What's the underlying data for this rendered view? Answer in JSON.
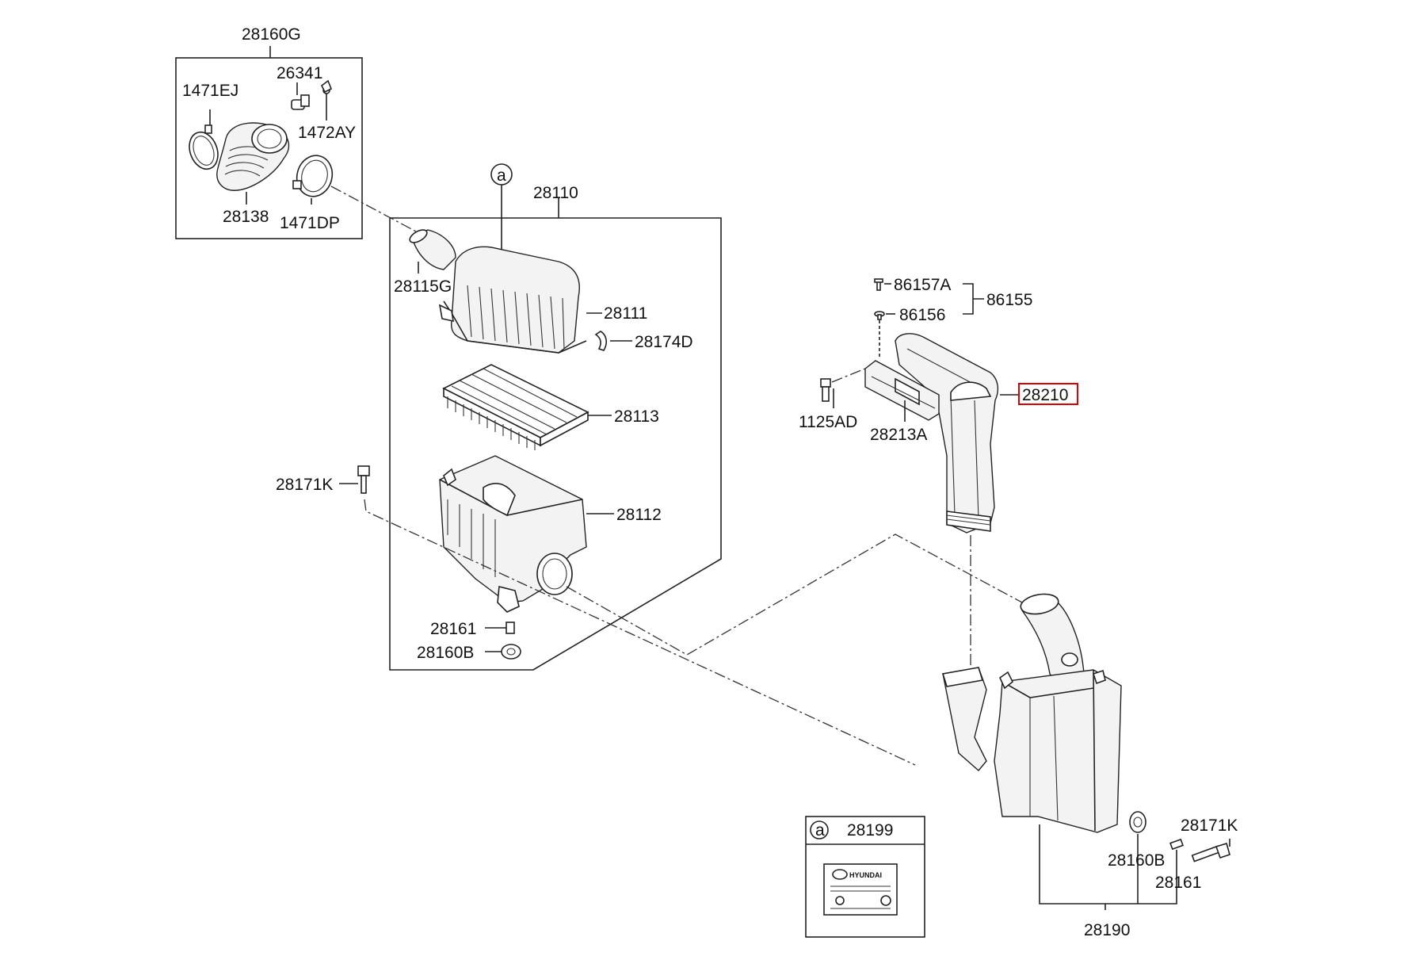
{
  "labels": {
    "p28160G": "28160G",
    "p26341": "26341",
    "p1471EJ": "1471EJ",
    "p1472AY": "1472AY",
    "p28138": "28138",
    "p1471DP": "1471DP",
    "p28110": "28110",
    "p28115G": "28115G",
    "p28111": "28111",
    "p28174D": "28174D",
    "p28113": "28113",
    "p28171K_left": "28171K",
    "p28112": "28112",
    "p28161_left": "28161",
    "p28160B_left": "28160B",
    "p86157A": "86157A",
    "p86155": "86155",
    "p86156": "86156",
    "p28210": "28210",
    "p1125AD": "1125AD",
    "p28213A": "28213A",
    "p28199": "28199",
    "p28171K_right": "28171K",
    "p28160B_right": "28160B",
    "p28161_right": "28161",
    "p28190": "28190"
  },
  "markers": {
    "ref_a_top": "a",
    "ref_a_legend": "a"
  },
  "legend_logo": {
    "brand": "HYUNDAI"
  },
  "highlight": {
    "part": "28210",
    "color": "#e00000"
  }
}
